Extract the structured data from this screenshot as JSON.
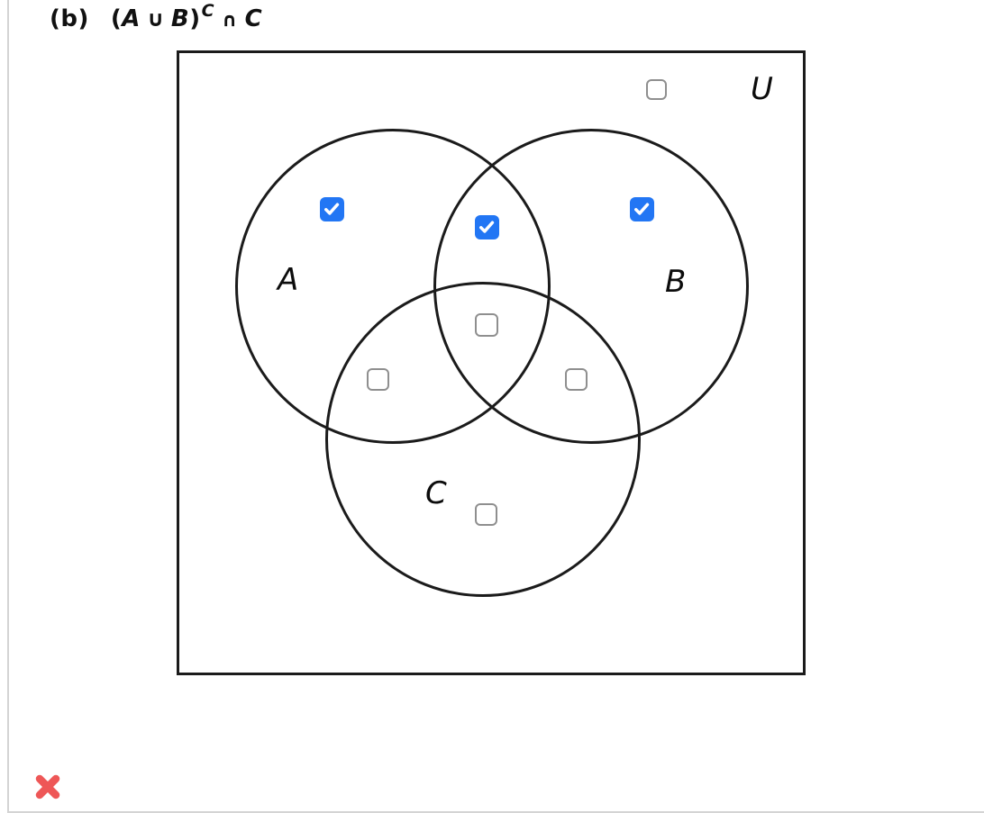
{
  "problem": {
    "part_label": "(b)",
    "formula": {
      "open_paren": "(",
      "set_a": "A",
      "union_symbol": "∪",
      "set_b": "B",
      "close_paren": ")",
      "complement_superscript": "C",
      "intersection_symbol": "∩",
      "set_c": "C"
    }
  },
  "venn": {
    "universal_label": "U",
    "set_labels": {
      "a": "A",
      "b": "B",
      "c": "C"
    },
    "checkboxes": [
      {
        "region": "outside-circles",
        "checked": false
      },
      {
        "region": "a-only",
        "checked": true
      },
      {
        "region": "a-and-b-only",
        "checked": true
      },
      {
        "region": "b-only",
        "checked": true
      },
      {
        "region": "a-b-c-center",
        "checked": false
      },
      {
        "region": "a-and-c-only",
        "checked": false
      },
      {
        "region": "b-and-c-only",
        "checked": false
      },
      {
        "region": "c-only",
        "checked": false
      }
    ]
  },
  "feedback": {
    "result": "incorrect"
  },
  "colors": {
    "checkbox_checked": "#2276f4",
    "checkbox_border": "#8f8f8f",
    "diagram_stroke": "#1b1b1b",
    "incorrect_x": "#ee5757",
    "page_divider": "#d4d4d4"
  }
}
